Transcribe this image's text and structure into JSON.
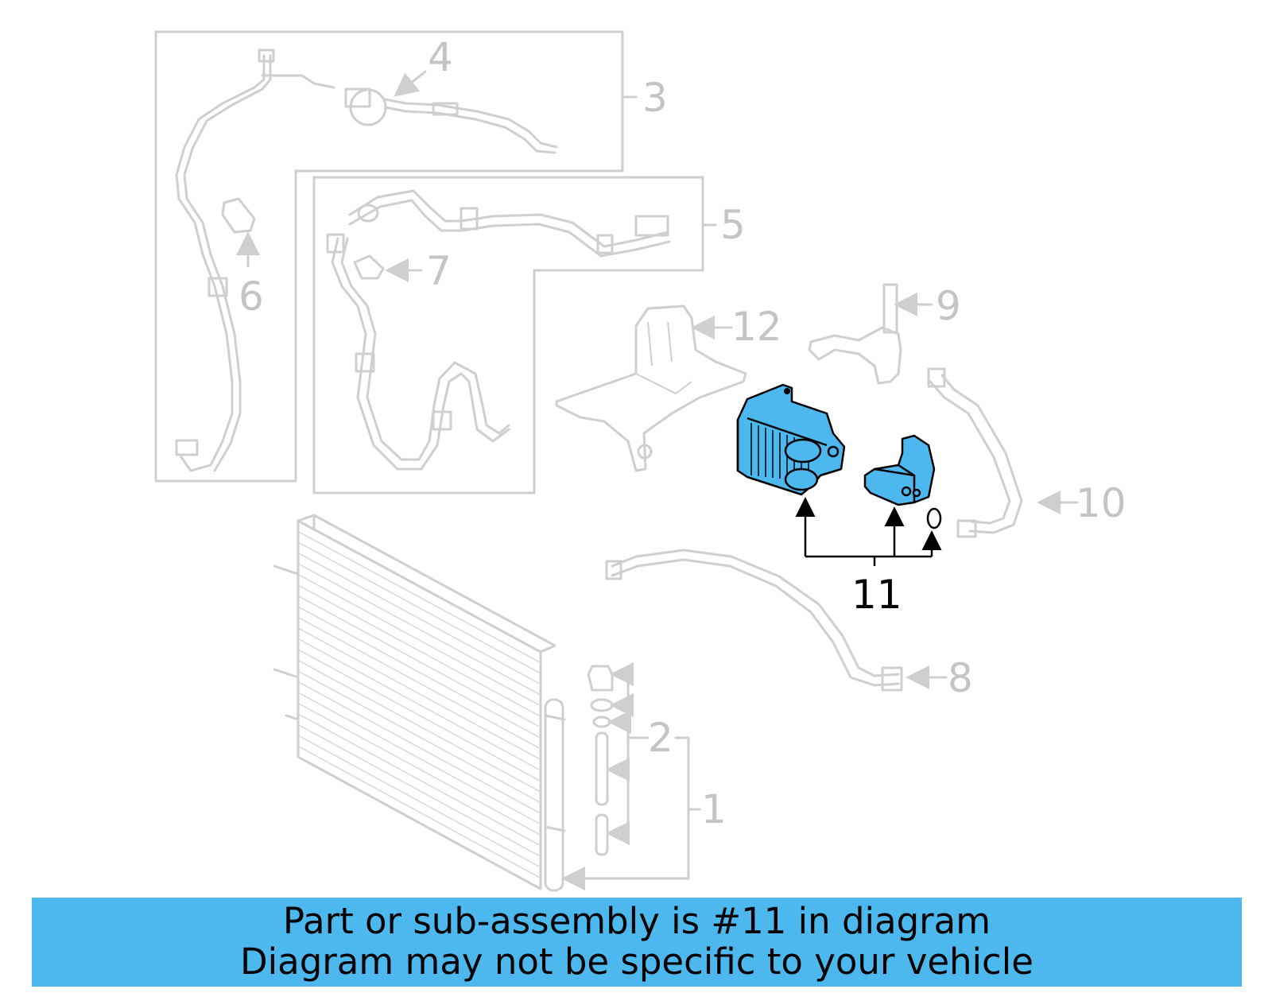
{
  "callouts": {
    "c1": "1",
    "c2": "2",
    "c3": "3",
    "c4": "4",
    "c5": "5",
    "c6": "6",
    "c7": "7",
    "c8": "8",
    "c9": "9",
    "c10": "10",
    "c11": "11",
    "c12": "12"
  },
  "highlighted_part": "11",
  "colors": {
    "highlight": "#4cb8ee",
    "faded_line": "#cfcfcf",
    "faded_text": "#c4c4c4"
  },
  "banner": {
    "line1": "Part or sub-assembly is #11 in diagram",
    "line2": "Diagram may not be specific to your vehicle"
  }
}
